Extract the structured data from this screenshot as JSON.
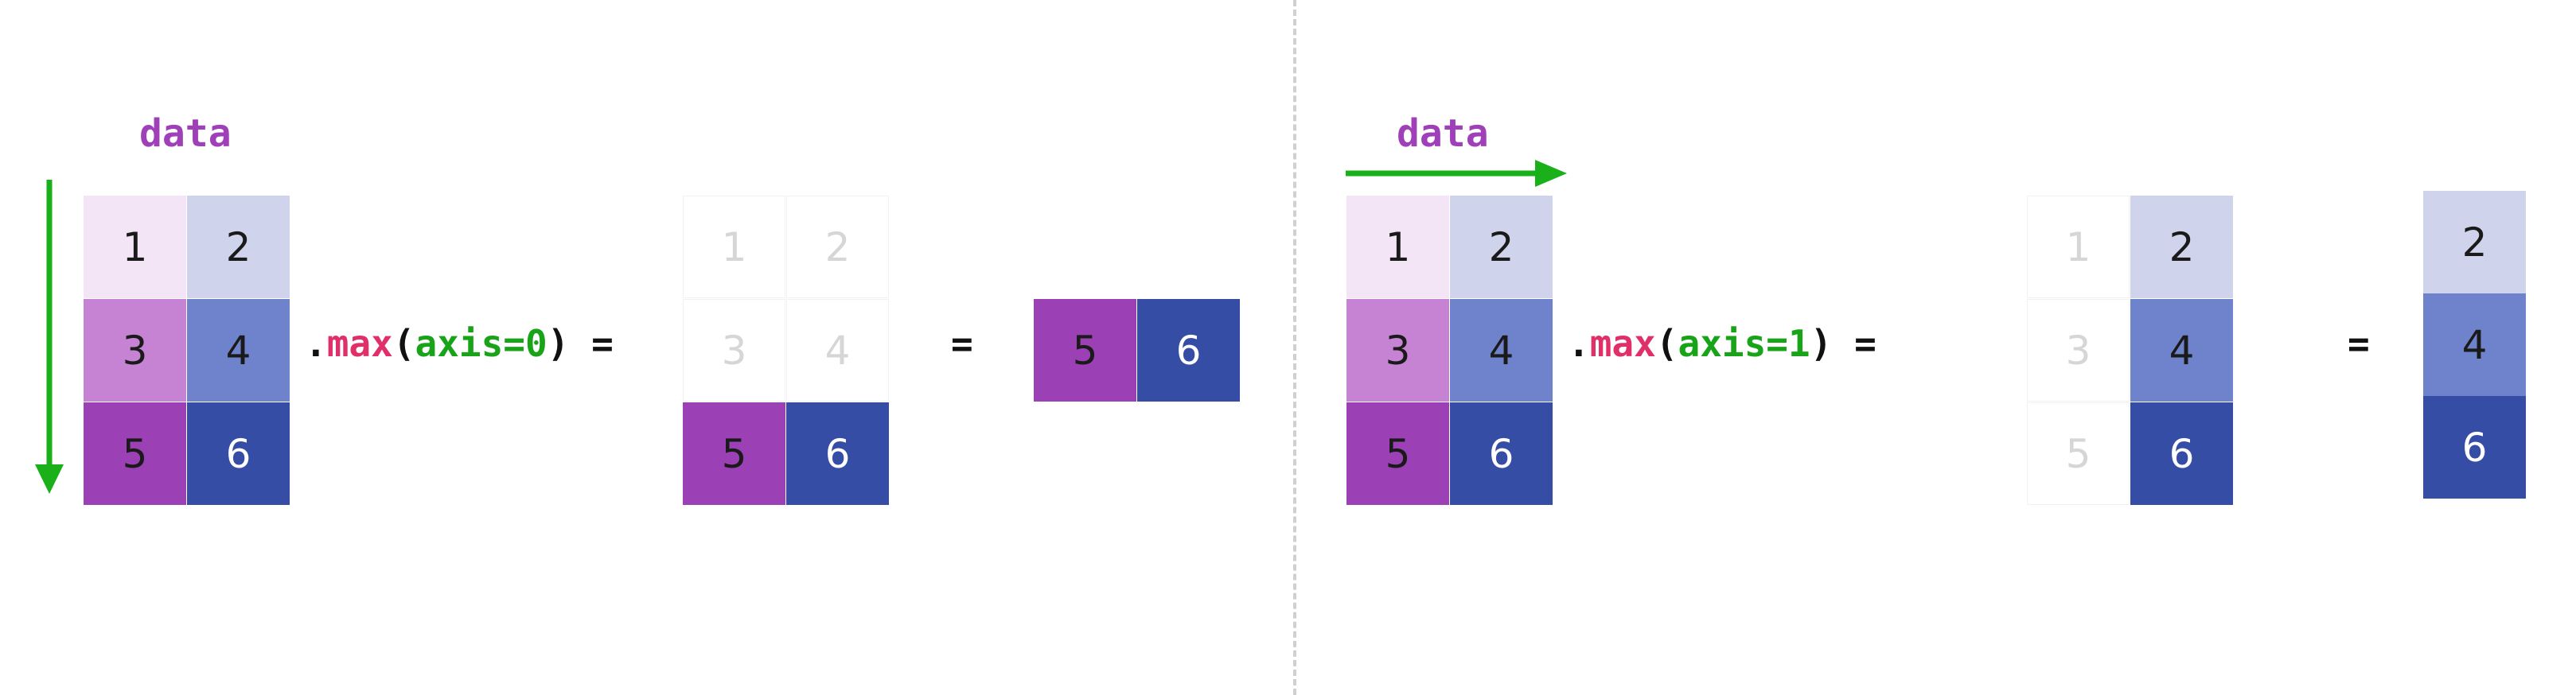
{
  "left": {
    "label": "data",
    "data_grid": [
      [
        "1",
        "2"
      ],
      [
        "3",
        "4"
      ],
      [
        "5",
        "6"
      ]
    ],
    "expr": {
      "dot": ".",
      "fn": "max",
      "open": "(",
      "arg": "axis=0",
      "close": ")",
      "eq": " ="
    },
    "mid_grid": [
      [
        "1",
        "2"
      ],
      [
        "3",
        "4"
      ],
      [
        "5",
        "6"
      ]
    ],
    "result_eq": "=",
    "result": [
      "5",
      "6"
    ]
  },
  "right": {
    "label": "data",
    "data_grid": [
      [
        "1",
        "2"
      ],
      [
        "3",
        "4"
      ],
      [
        "5",
        "6"
      ]
    ],
    "expr": {
      "dot": ".",
      "fn": "max",
      "open": "(",
      "arg": "axis=1",
      "close": ")",
      "eq": " ="
    },
    "mid_grid": [
      [
        "1",
        "2"
      ],
      [
        "3",
        "4"
      ],
      [
        "5",
        "6"
      ]
    ],
    "result_eq": "=",
    "result": [
      "2",
      "4",
      "6"
    ]
  },
  "colors": {
    "v1": "#f3e5f5",
    "v2": "#cfd4ec",
    "v3": "#c683d4",
    "v4": "#6f83cc",
    "v5": "#9c40b5",
    "v6": "#364da6",
    "arrow": "#19b019",
    "label": "#a040b8",
    "fn": "#e0306a",
    "arg": "#19a319"
  },
  "arrows": {
    "left": "down-arrow",
    "right": "right-arrow"
  }
}
